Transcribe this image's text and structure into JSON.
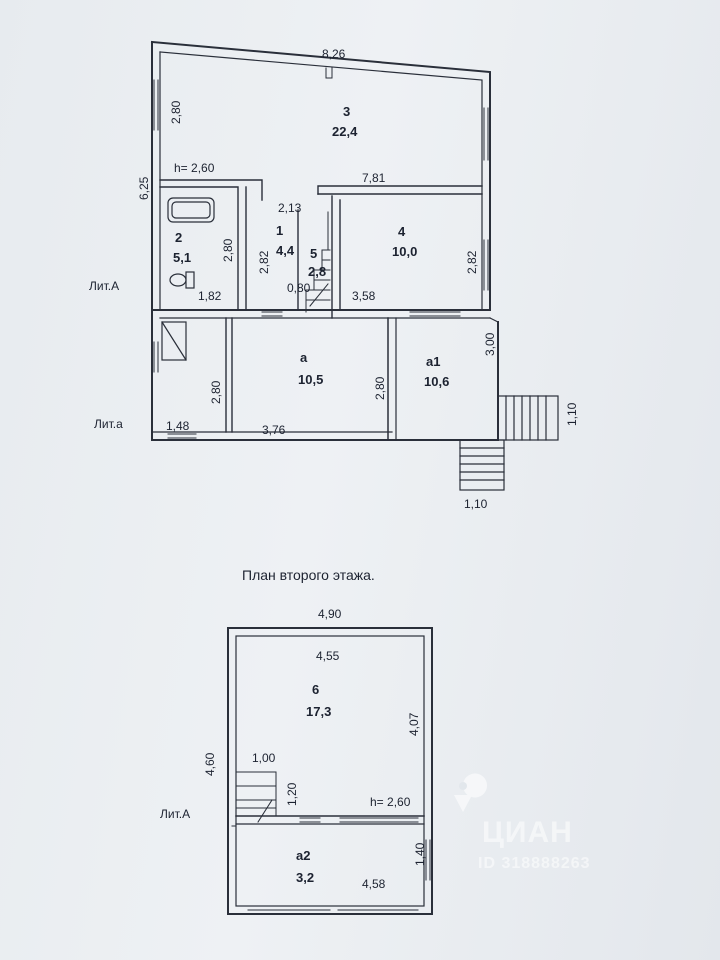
{
  "floor1": {
    "top_width": "8,26",
    "left_height": "6,25",
    "room3": {
      "number": "3",
      "area": "22,4",
      "height_dim": "2,80"
    },
    "ceiling": "h= 2,60",
    "inner_width": "7,81",
    "room2": {
      "number": "2",
      "area": "5,1",
      "height_dim": "2,80",
      "width_dim": "1,82"
    },
    "room1": {
      "number": "1",
      "area": "4,4",
      "width_dim": "2,13",
      "height_dim": "2,82"
    },
    "room5": {
      "number": "5",
      "area": "2,8",
      "width_dim": "0,80"
    },
    "room4": {
      "number": "4",
      "area": "10,0",
      "height_dim": "2,82",
      "width_dim": "3,58"
    },
    "room_a": {
      "number": "a",
      "area": "10,5",
      "height_dim_left": "2,80",
      "height_dim_right": "2,80",
      "width_dim": "3,76"
    },
    "room_left": {
      "width_dim": "1,48"
    },
    "room_a1": {
      "number": "a1",
      "area": "10,6",
      "height_dim": "3,00"
    },
    "stairs_right": "1,10",
    "stairs_bottom": "1,10",
    "lit_A": "Лит.А",
    "lit_a": "Лит.а"
  },
  "floor2": {
    "title": "План второго этажа.",
    "outer_width": "4,90",
    "inner_width": "4,55",
    "left_height": "4,60",
    "room6": {
      "number": "6",
      "area": "17,3",
      "height_dim": "4,07"
    },
    "stair_width": "1,00",
    "stair_height": "1,20",
    "ceiling": "h= 2,60",
    "room_a2": {
      "number": "a2",
      "area": "3,2",
      "height_dim": "1,40",
      "width_dim": "4,58"
    },
    "lit_A": "Лит.А"
  },
  "watermark": {
    "brand": "ЦИАН",
    "id": "ID 318888263"
  }
}
